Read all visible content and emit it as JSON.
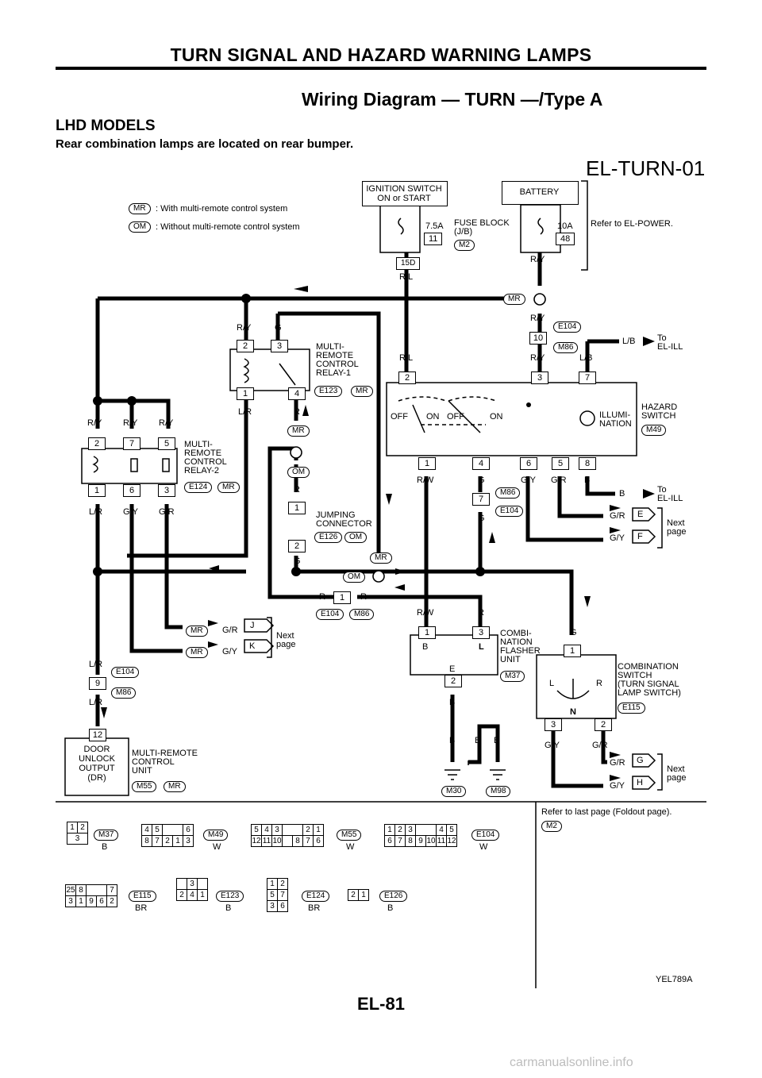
{
  "header": {
    "section_title": "TURN SIGNAL AND HAZARD WARNING LAMPS",
    "page_number": "EL-81"
  },
  "diagram": {
    "title": "Wiring Diagram — TURN —/Type A",
    "model_heading": "LHD MODELS",
    "note": "Rear combination lamps are located on rear bumper.",
    "diagram_code": "EL-TURN-01",
    "image_code": "YEL789A"
  },
  "legend": [
    {
      "tag": "MR",
      "text": ": With multi-remote control system"
    },
    {
      "tag": "OM",
      "text": ": Without multi-remote control system"
    }
  ],
  "power": {
    "ignition": [
      "IGNITION SWITCH",
      "ON or START"
    ],
    "battery": "BATTERY",
    "fuse_block": [
      "FUSE BLOCK",
      "(J/B)"
    ],
    "fuse1_amp": "7.5A",
    "fuse1_no": "11",
    "fuse2_amp": "10A",
    "fuse2_no": "48",
    "fuse_conn": "M2",
    "conn_15d": "15D",
    "refer": "Refer to EL-POWER."
  },
  "components": {
    "relay1": [
      "MULTI-",
      "REMOTE",
      "CONTROL",
      "RELAY-1"
    ],
    "relay2": [
      "MULTI-",
      "REMOTE",
      "CONTROL",
      "RELAY-2"
    ],
    "hazard": [
      "HAZARD",
      "SWITCH"
    ],
    "illum": [
      "ILLUMI-",
      "NATION"
    ],
    "jumping": [
      "JUMPING",
      "CONNECTOR"
    ],
    "flasher": [
      "COMBI-",
      "NATION",
      "FLASHER",
      "UNIT"
    ],
    "combo": [
      "COMBINATION",
      "SWITCH",
      "(TURN SIGNAL",
      "LAMP SWITCH)"
    ],
    "door": [
      "DOOR",
      "UNLOCK",
      "OUTPUT",
      "(DR)"
    ],
    "mr_unit": [
      "MULTI-REMOTE",
      "CONTROL",
      "UNIT"
    ],
    "to": "To",
    "el_ill": "EL-ILL",
    "next": "Next",
    "page": "page"
  },
  "connectors": {
    "E123": "E123",
    "E124": "E124",
    "E126": "E126",
    "E104": "E104",
    "M86": "M86",
    "M49": "M49",
    "M37": "M37",
    "E115": "E115",
    "M55": "M55",
    "M30": "M30",
    "M98": "M98",
    "M2": "M2",
    "MR": "MR",
    "OM": "OM"
  },
  "switch_labels": {
    "off": "OFF",
    "on": "ON",
    "l": "L",
    "r": "R",
    "n": "N",
    "b": "B",
    "e": "E",
    "l2": "L"
  },
  "wires": {
    "ry": "R/Y",
    "rl": "R/L",
    "g": "G",
    "lr": "L/R",
    "r": "R",
    "lb": "L/B",
    "rw": "R/W",
    "gy": "G/Y",
    "gr": "G/R",
    "b": "B"
  },
  "pins": {
    "p1": "1",
    "p2": "2",
    "p3": "3",
    "p4": "4",
    "p5": "5",
    "p6": "6",
    "p7": "7",
    "p8": "8",
    "p9": "9",
    "p10": "10",
    "p12": "12"
  },
  "next_page_letters": [
    "E",
    "F",
    "J",
    "K",
    "G",
    "H"
  ],
  "refer_foldout": "Refer to last page (Foldout page).",
  "connector_views": [
    {
      "id": "M37",
      "color": "B",
      "rows": [
        [
          "1",
          "2"
        ],
        [
          "3",
          ""
        ]
      ]
    },
    {
      "id": "M49",
      "color": "W",
      "rows": [
        [
          "4",
          "5",
          "6"
        ],
        [
          "8",
          "7",
          "2",
          "1",
          "3"
        ]
      ]
    },
    {
      "id": "M55",
      "color": "W",
      "rows": [
        [
          "5",
          "4",
          "3",
          "2",
          "1"
        ],
        [
          "12",
          "11",
          "10",
          "8",
          "7",
          "6"
        ]
      ]
    },
    {
      "id": "E104",
      "color": "W",
      "rows": [
        [
          "1",
          "2",
          "3",
          "4",
          "5"
        ],
        [
          "6",
          "7",
          "8",
          "9",
          "10",
          "11",
          "12"
        ]
      ]
    },
    {
      "id": "E115",
      "color": "BR",
      "rows": [
        [
          "25",
          "8",
          "7"
        ],
        [
          "3",
          "1",
          "9",
          "6",
          "2"
        ]
      ]
    },
    {
      "id": "E123",
      "color": "B",
      "rows": [
        [
          "3"
        ],
        [
          "2",
          "4",
          "1"
        ]
      ]
    },
    {
      "id": "E124",
      "color": "BR",
      "rows": [
        [
          "1",
          "2"
        ],
        [
          "5",
          "7"
        ],
        [
          "3",
          "6"
        ]
      ]
    },
    {
      "id": "E126",
      "color": "B",
      "rows": [
        [
          "2",
          "1"
        ]
      ]
    }
  ],
  "watermark": "carmanualsonline.info"
}
